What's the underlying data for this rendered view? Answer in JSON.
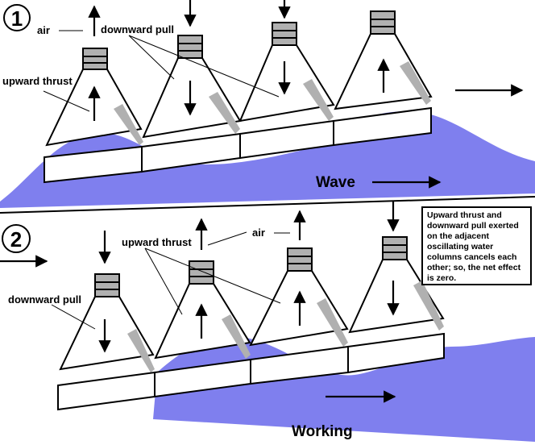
{
  "panel1": {
    "number": "1",
    "labels": {
      "air": "air",
      "downward_pull": "downward pull",
      "upward_thrust": "upward thrust",
      "wave": "Wave"
    }
  },
  "panel2": {
    "number": "2",
    "labels": {
      "air": "air",
      "downward_pull": "downward pull",
      "upward_thrust": "upward thrust",
      "working": "Working"
    }
  },
  "note": "Upward thrust and downward pull exerted on the adjacent oscillating water columns cancels each other; so, the net effect is zero.",
  "colors": {
    "water": "#7f7fee",
    "cap": "#b0b0b0",
    "ink": "#000000"
  }
}
